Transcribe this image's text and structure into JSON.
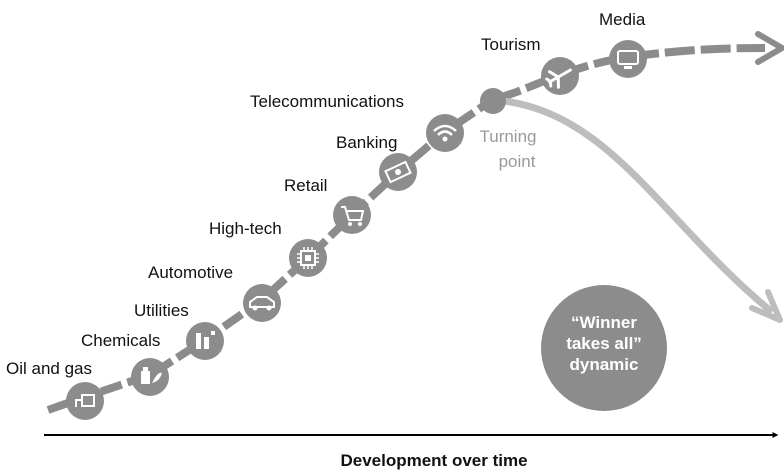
{
  "industries": [
    {
      "label": "Oil and gas",
      "icon": "gas-pump-icon"
    },
    {
      "label": "Chemicals",
      "icon": "chemical-bottle-icon"
    },
    {
      "label": "Utilities",
      "icon": "factory-icon"
    },
    {
      "label": "Automotive",
      "icon": "car-icon"
    },
    {
      "label": "High-tech",
      "icon": "microchip-icon"
    },
    {
      "label": "Retail",
      "icon": "shopping-cart-icon"
    },
    {
      "label": "Banking",
      "icon": "banknote-icon"
    },
    {
      "label": "Telecommunications",
      "icon": "wifi-icon"
    },
    {
      "label": "Tourism",
      "icon": "airplane-icon"
    },
    {
      "label": "Media",
      "icon": "monitor-icon"
    }
  ],
  "turning_point": {
    "line1": "Turning",
    "line2": "point"
  },
  "badge": {
    "line1": "“Winner",
    "line2": "takes all”",
    "line3": "dynamic"
  },
  "axis": {
    "title": "Development over time"
  },
  "colors": {
    "curve": "#8c8c8c",
    "icon": "#8c8c8c",
    "branch": "#bdbdbd",
    "badge": "#8c8c8c",
    "muted_text": "#9a9a9a",
    "axis": "#000000"
  }
}
